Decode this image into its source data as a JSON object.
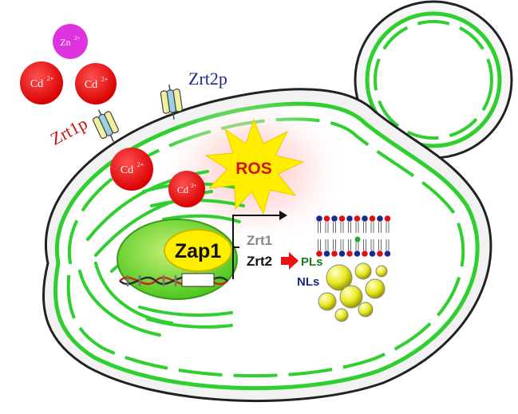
{
  "labels": {
    "zn_ion": "Zn",
    "zn_charge": "2+",
    "cd_ion": "Cd",
    "cd_charge": "2+",
    "zrt1p": "Zrt1p",
    "zrt2p": "Zrt2p",
    "ros": "ROS",
    "zap1": "Zap1",
    "zrt1": "Zrt1",
    "zrt2": "Zrt2",
    "pls": "PLs",
    "nls": "NLs"
  },
  "colors": {
    "membrane": "#2fcf2f",
    "cytoplasm": "#ffffff",
    "cd_ion": "#ee1111",
    "zn_ion": "#e033e0",
    "zrt1p_label": "#cc1111",
    "zrt2p_label": "#1a2a8c",
    "ros_burst": "#ffee00",
    "ros_text": "#d81010",
    "nucleus": "#55dd22",
    "zap1_fill": "#ffee00",
    "zrt1_text": "#888888",
    "zrt2_text": "#111111",
    "arrow_red": "#ee1111",
    "pls_text": "#1f7a1f",
    "nls_text": "#1a2a8c",
    "lipid_droplet": "#eeee22"
  }
}
